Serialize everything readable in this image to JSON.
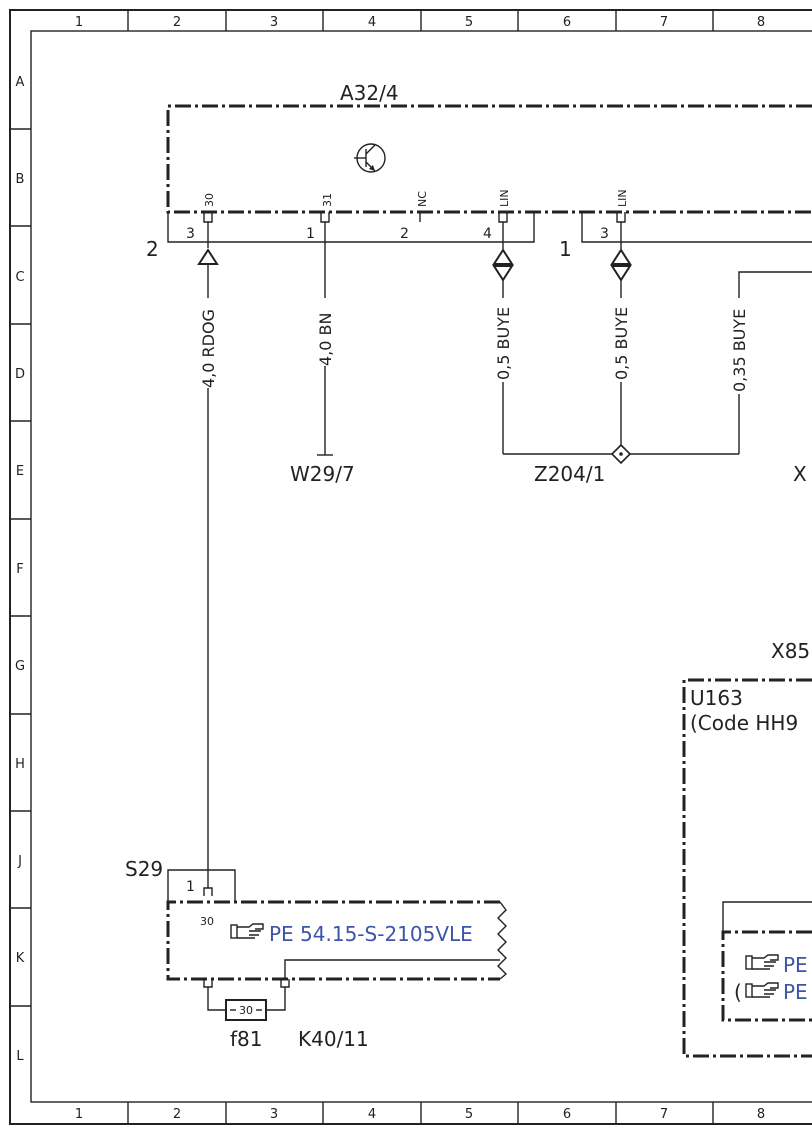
{
  "grid": {
    "columns": [
      "1",
      "2",
      "3",
      "4",
      "5",
      "6",
      "7",
      "8"
    ],
    "rows": [
      "A",
      "B",
      "C",
      "D",
      "E",
      "F",
      "G",
      "H",
      "J",
      "K",
      "L"
    ]
  },
  "components": {
    "a32": "A32/4",
    "w29": "W29/7",
    "z204": "Z204/1",
    "x_partial": "X",
    "x85_partial": "X85",
    "u163_name": "U163",
    "u163_code": "(Code HH9",
    "s29": "S29",
    "f81": "f81",
    "k40": "K40/11"
  },
  "a32_pins": {
    "p30": "30",
    "p31": "31",
    "nc": "NC",
    "lin1": "LIN",
    "lin2": "LIN"
  },
  "connector2": {
    "name": "2",
    "pin3": "3",
    "pin1": "1",
    "pin2": "2",
    "pin4": "4"
  },
  "connector1": {
    "name": "1",
    "pin3": "3"
  },
  "wires": {
    "w1": "4,0 RDOG",
    "w2": "4,0 BN",
    "w3": "0,5 BUYE",
    "w4": "0,5 BUYE",
    "w5": "0,35 BUYE"
  },
  "s29_pins": {
    "pin1": "1",
    "pin30": "30"
  },
  "fuse": {
    "value": "30"
  },
  "refs": {
    "pe1": "PE 54.15-S-2105VLE",
    "pe2_partial": "PE",
    "pe3_partial": "PE",
    "paren": "("
  }
}
